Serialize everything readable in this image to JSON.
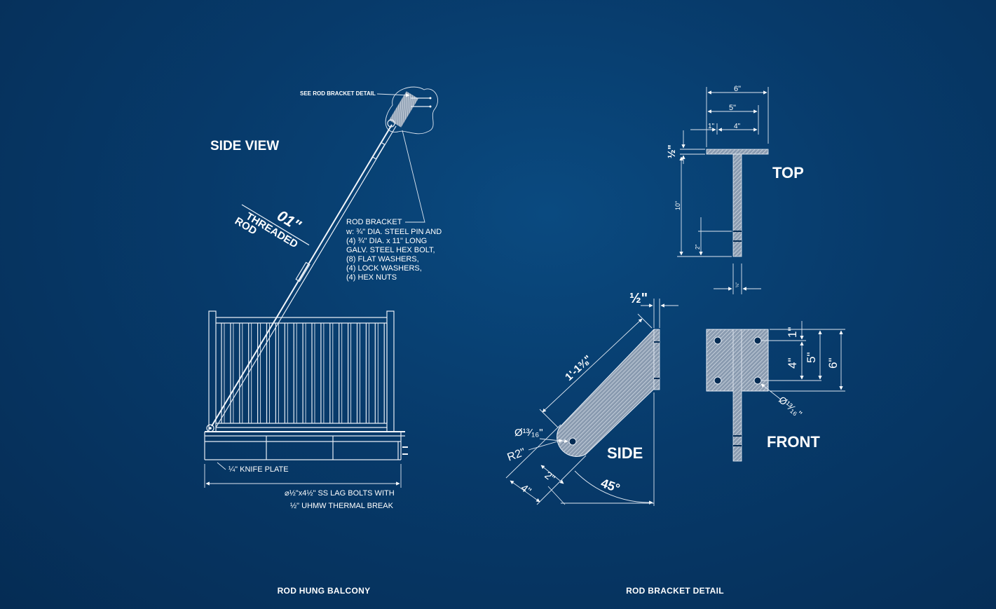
{
  "side_view": {
    "title": "SIDE VIEW",
    "see_detail": "SEE ROD BRACKET DETAIL",
    "rod_size": "01\"",
    "rod_line1": "THREADED",
    "rod_line2": "ROD",
    "bracket_note": [
      "ROD BRACKET",
      "w: ¾\" DIA. STEEL PIN AND",
      "(4) ¾\" DIA. x 11\" LONG",
      "GALV. STEEL HEX BOLT,",
      "(8) FLAT WASHERS,",
      "(4) LOCK WASHERS,",
      "(4) HEX NUTS"
    ],
    "knife_plate": "¼\" KNIFE PLATE",
    "lag_line1": "⌀½\"x4½\" SS LAG BOLTS WITH",
    "lag_line2": "½\" UHMW THERMAL BREAK"
  },
  "top_view": {
    "title": "TOP",
    "dim_6": "6\"",
    "dim_5": "5\"",
    "dim_1": "1\"",
    "dim_4": "4\"",
    "dim_half": "½\"",
    "dim_10": "10\"",
    "dim_2": "2\"",
    "dim_quarter": "¼\""
  },
  "side_detail": {
    "title": "SIDE",
    "dim_half": "½\"",
    "dim_length": "1'-1⅜\"",
    "dim_hole": "Ø¹³⁄₁₆\"",
    "dim_radius": "R2\"",
    "dim_4": "4\"",
    "dim_2": "2\"",
    "angle": "45°"
  },
  "front_view": {
    "title": "FRONT",
    "dim_1": "1\"",
    "dim_4": "4\"",
    "dim_5": "5\"",
    "dim_6": "6\"",
    "dim_hole": "Ø¹³⁄₁₆\""
  },
  "captions": {
    "left": "ROD HUNG BALCONY",
    "right": "ROD BRACKET DETAIL"
  }
}
